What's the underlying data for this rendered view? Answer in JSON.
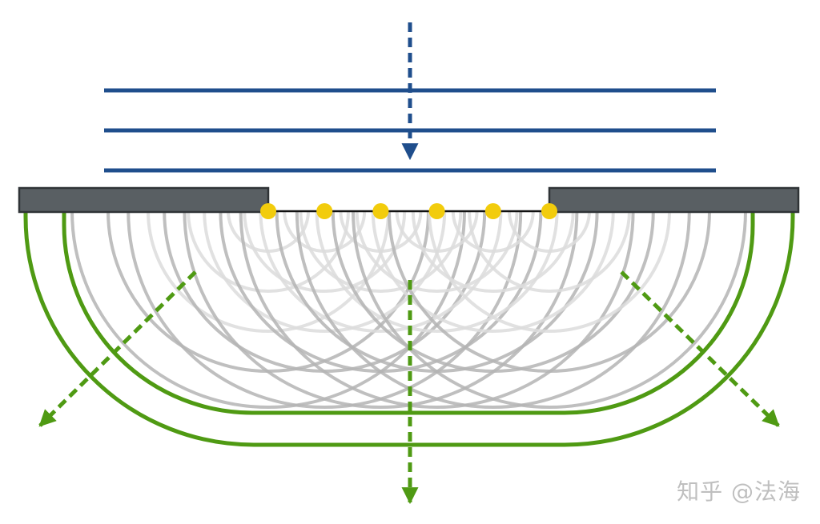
{
  "watermark": "知乎 @法海",
  "colors": {
    "incident_wave": "#1f4e8c",
    "diffracted_wave": "#4f9a13",
    "barrier_fill": "#595f63",
    "barrier_stroke": "#2f3336",
    "source_point": "#f2cc0c",
    "wavelet_light": "#dcdcdc",
    "wavelet_dark": "#b4b4b4"
  },
  "diagram": {
    "incident_wavefronts": 3,
    "huygens_sources": 6,
    "wavelets_per_source": 5,
    "diffracted_wavefronts": 2,
    "outgoing_directions": 3
  }
}
